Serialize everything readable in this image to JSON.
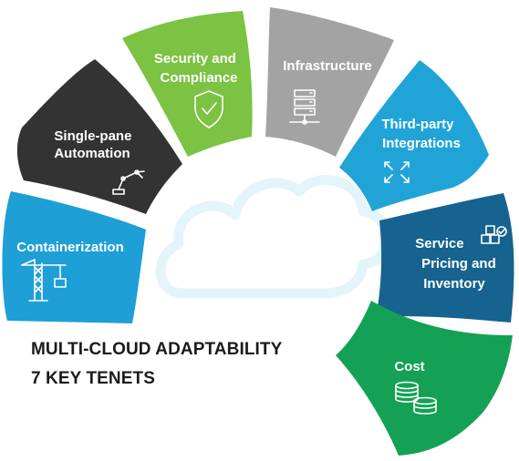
{
  "title": {
    "line1": "MULTI-CLOUD ADAPTABILITY",
    "line2": "7 KEY TENETS"
  },
  "tenets": [
    {
      "label": [
        "Containerization"
      ],
      "color": "#1e9fd6",
      "icon": "crane-icon"
    },
    {
      "label": [
        "Single-pane",
        "Automation"
      ],
      "color": "#333333",
      "icon": "robotic-arm-icon"
    },
    {
      "label": [
        "Security and",
        "Compliance"
      ],
      "color": "#7cc243",
      "icon": "shield-check-icon"
    },
    {
      "label": [
        "Infrastructure"
      ],
      "color": "#a3a3a3",
      "icon": "server-network-icon"
    },
    {
      "label": [
        "Third-party",
        "Integrations"
      ],
      "color": "#20a4d8",
      "icon": "integration-arrows-icon"
    },
    {
      "label": [
        "Service",
        "Pricing and",
        "Inventory"
      ],
      "color": "#16638f",
      "icon": "boxes-check-icon"
    },
    {
      "label": [
        "Cost"
      ],
      "color": "#14a155",
      "icon": "coins-icon"
    }
  ],
  "center_icon": "cloud-icon",
  "center_color": "#e3f5fb"
}
